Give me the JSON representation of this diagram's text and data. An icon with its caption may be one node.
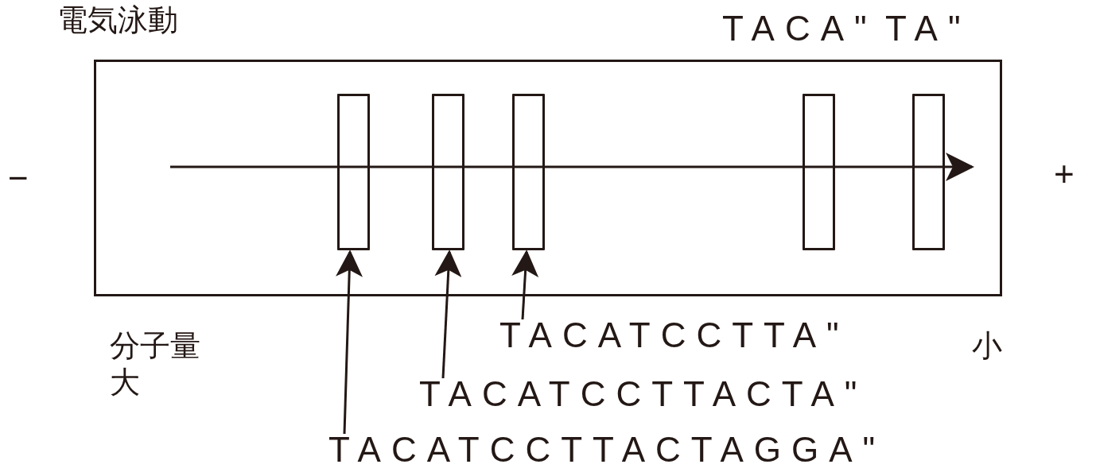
{
  "diagram": {
    "title": "電気泳動",
    "nodes": [
      {
        "text": [],
        "shape": "box"
      },
      {
        "text": [],
        "shape": "bar",
        "in": 0
      },
      {
        "text": [],
        "shape": "bar",
        "in": 0
      },
      {
        "text": [],
        "shape": "bar",
        "in": 0
      },
      {
        "text": [],
        "shape": "bar",
        "in": 0
      },
      {
        "text": [],
        "shape": "bar",
        "in": 0
      },
      {
        "text": [
          "TACATCCTTA\""
        ]
      },
      {
        "text": [
          "TACATCCTTACTA\""
        ]
      },
      {
        "text": [
          "TACATCCTTACTAGGA\""
        ]
      }
    ],
    "edges": [
      {
        "from": 6,
        "to": 3,
        "arrow": "to"
      },
      {
        "from": 7,
        "to": 2,
        "arrow": "to"
      },
      {
        "from": 8,
        "to": 1,
        "arrow": "to"
      }
    ],
    "labels": [
      "TACA\"",
      "TA\"",
      "−",
      "+",
      "分子量大",
      "小"
    ]
  }
}
